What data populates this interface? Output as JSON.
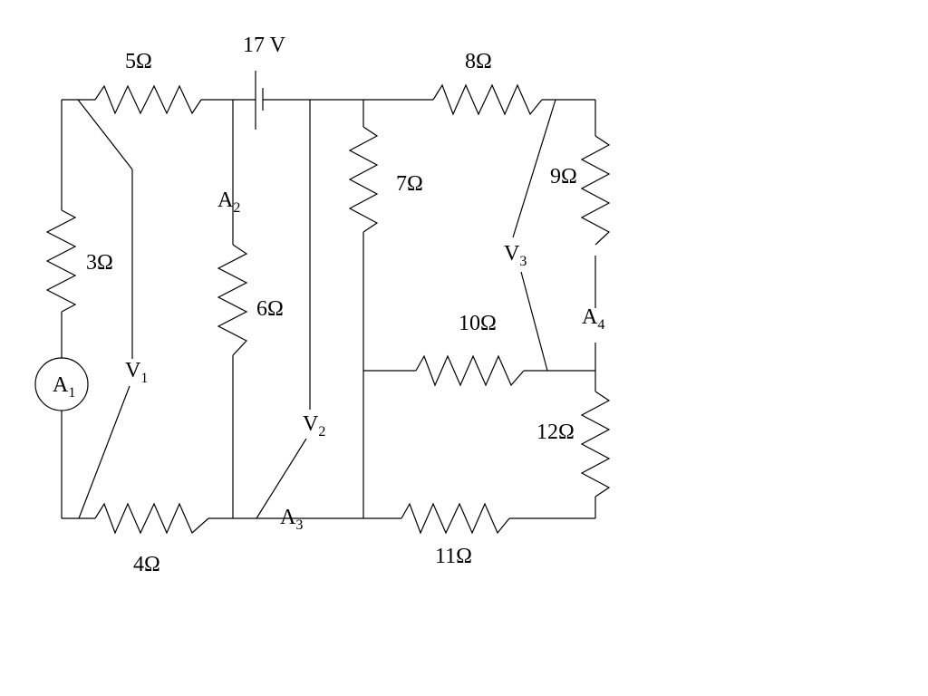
{
  "source": {
    "label": "17 V"
  },
  "resistors": {
    "r5": {
      "label": "5Ω"
    },
    "r8": {
      "label": "8Ω"
    },
    "r3": {
      "label": "3Ω"
    },
    "r7": {
      "label": "7Ω"
    },
    "r9": {
      "label": "9Ω"
    },
    "r6": {
      "label": "6Ω"
    },
    "r10": {
      "label": "10Ω"
    },
    "r12": {
      "label": "12Ω"
    },
    "r4": {
      "label": "4Ω"
    },
    "r11": {
      "label": "11Ω"
    }
  },
  "ammeters": {
    "a1": {
      "main": "A",
      "sub": "1"
    },
    "a2": {
      "main": "A",
      "sub": "2"
    },
    "a3": {
      "main": "A",
      "sub": "3"
    },
    "a4": {
      "main": "A",
      "sub": "4"
    }
  },
  "voltmeters": {
    "v1": {
      "main": "V",
      "sub": "1"
    },
    "v2": {
      "main": "V",
      "sub": "2"
    },
    "v3": {
      "main": "V",
      "sub": "3"
    }
  }
}
